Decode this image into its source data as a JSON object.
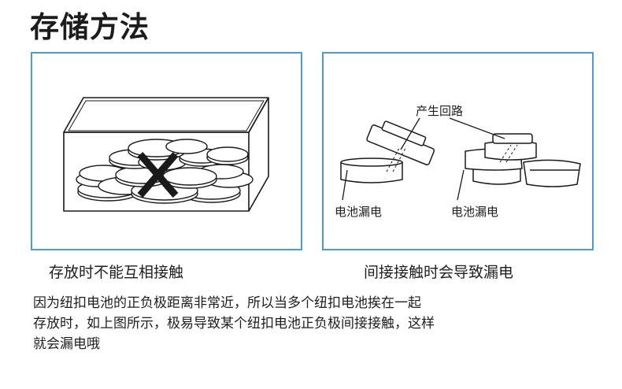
{
  "title": "存储方法",
  "left_panel": {
    "caption": "存放时不能互相接触"
  },
  "right_panel": {
    "label_circuit": "产生回路",
    "label_leak_left": "电池漏电",
    "label_leak_right": "电池漏电",
    "caption": "间接接触时会导致漏电"
  },
  "description": {
    "line1": "因为纽扣电池的正负极距离非常近，所以当多个纽扣电池挨在一起",
    "line2": "存放时，如上图所示，极易导致某个纽扣电池正负极间接接触，这样",
    "line3": "就会漏电哦"
  },
  "colors": {
    "panel_border": "#4a9ad6",
    "cross_mark": "#1a1a1a"
  }
}
